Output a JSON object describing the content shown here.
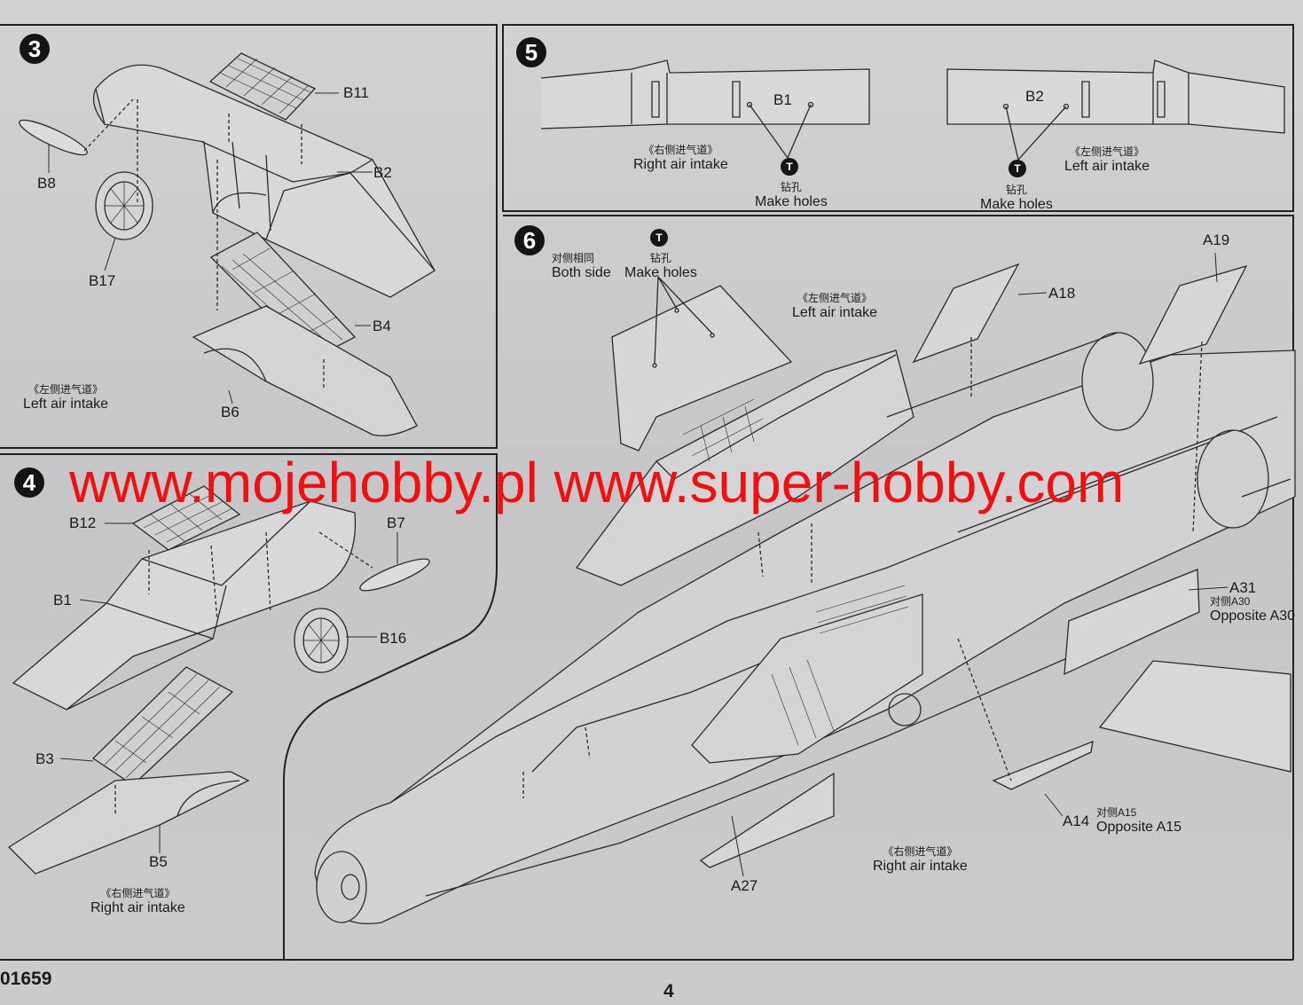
{
  "steps": {
    "s3": "3",
    "s4": "4",
    "s5": "5",
    "s6": "6"
  },
  "step3": {
    "parts": [
      "B11",
      "B2",
      "B8",
      "B17",
      "B4",
      "B6"
    ],
    "caption_zh": "《左侧进气道》",
    "caption_en": "Left air intake"
  },
  "step4": {
    "parts": [
      "B12",
      "B7",
      "B1",
      "B16",
      "B3",
      "B5"
    ],
    "caption_zh": "《右侧进气道》",
    "caption_en": "Right air intake"
  },
  "step5": {
    "left_part": "B1",
    "left_caption_zh": "《右侧进气道》",
    "left_caption_en": "Right air intake",
    "left_drill_zh": "钻孔",
    "left_drill_en": "Make holes",
    "right_part": "B2",
    "right_caption_zh": "《左侧进气道》",
    "right_caption_en": "Left air intake",
    "right_drill_zh": "钻孔",
    "right_drill_en": "Make holes"
  },
  "step6": {
    "both_side_zh": "对侧相同",
    "both_side_en": "Both side",
    "drill_zh": "钻孔",
    "drill_en": "Make holes",
    "left_intake_zh": "《左侧进气道》",
    "left_intake_en": "Left air intake",
    "right_intake_zh": "《右侧进气道》",
    "right_intake_en": "Right air intake",
    "a18": "A18",
    "a19": "A19",
    "a31": "A31",
    "a30_zh": "对侧A30",
    "a30_en": "Opposite A30",
    "a14": "A14",
    "a15_zh": "对侧A15",
    "a15_en": "Opposite A15",
    "a27": "A27"
  },
  "watermark": "www.mojehobby.pl www.super-hobby.com",
  "footer": {
    "code": "01659",
    "page": "4"
  }
}
